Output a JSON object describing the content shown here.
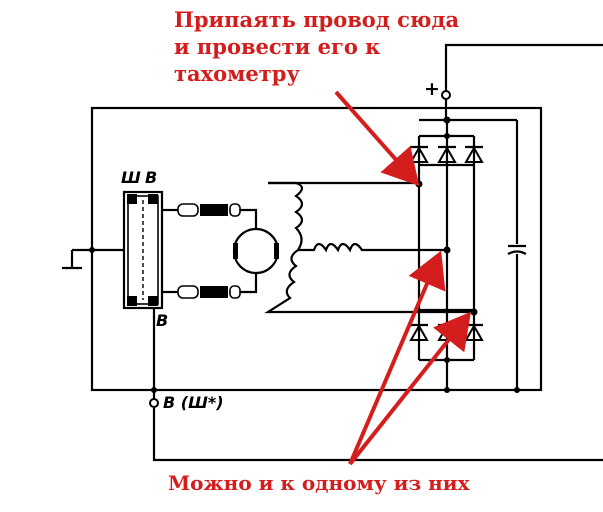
{
  "annotations": {
    "solder_note_line1": "Припаять провод сюда",
    "solder_note_line2": "и провести его к",
    "solder_note_line3": "тахометру",
    "bottom_note": "Можно и к одному из них"
  },
  "labels": {
    "plus": "+",
    "sh": "Ш",
    "v_top": "В",
    "v_mid": "В",
    "v_bottom": "В (Ш*)"
  },
  "colors": {
    "annotation": "#d41e1e",
    "wire": "#000000",
    "background": "#ffffff"
  },
  "icons": [
    "motor-icon",
    "ground-icon",
    "diode-icon",
    "capacitor-icon",
    "coil-icon"
  ]
}
